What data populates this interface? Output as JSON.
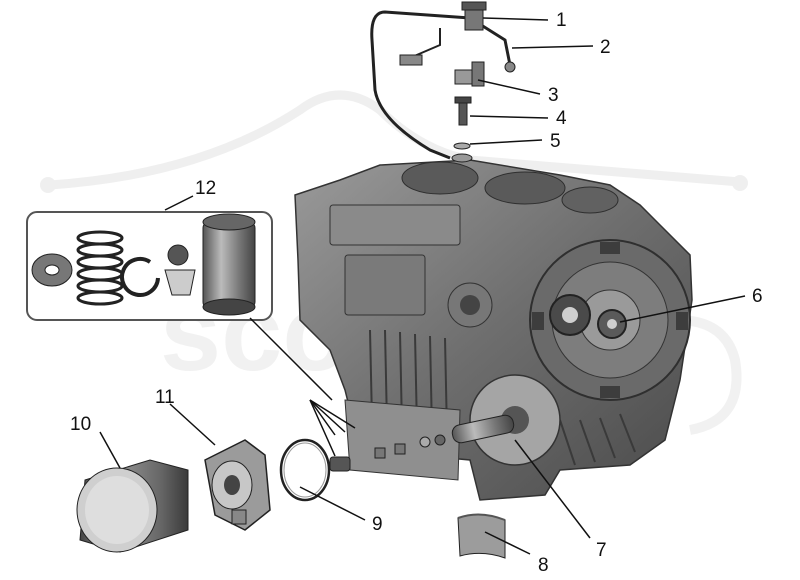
{
  "diagram": {
    "style": "exploded parts view, grayscale render",
    "watermark_text": "scooter",
    "callouts": [
      {
        "id": "c1",
        "label": "1"
      },
      {
        "id": "c2",
        "label": "2"
      },
      {
        "id": "c3",
        "label": "3"
      },
      {
        "id": "c4",
        "label": "4"
      },
      {
        "id": "c5",
        "label": "5"
      },
      {
        "id": "c6",
        "label": "6"
      },
      {
        "id": "c7",
        "label": "7"
      },
      {
        "id": "c8",
        "label": "8"
      },
      {
        "id": "c9",
        "label": "9"
      },
      {
        "id": "c10",
        "label": "10"
      },
      {
        "id": "c11",
        "label": "11"
      },
      {
        "id": "c12",
        "label": "12"
      }
    ]
  },
  "colors": {
    "background": "#ffffff",
    "part_dark": "#4a4a4a",
    "part_mid": "#8c8c8c",
    "part_light": "#c8c8c8",
    "line": "#111111",
    "watermark": "#e6e6e6"
  }
}
